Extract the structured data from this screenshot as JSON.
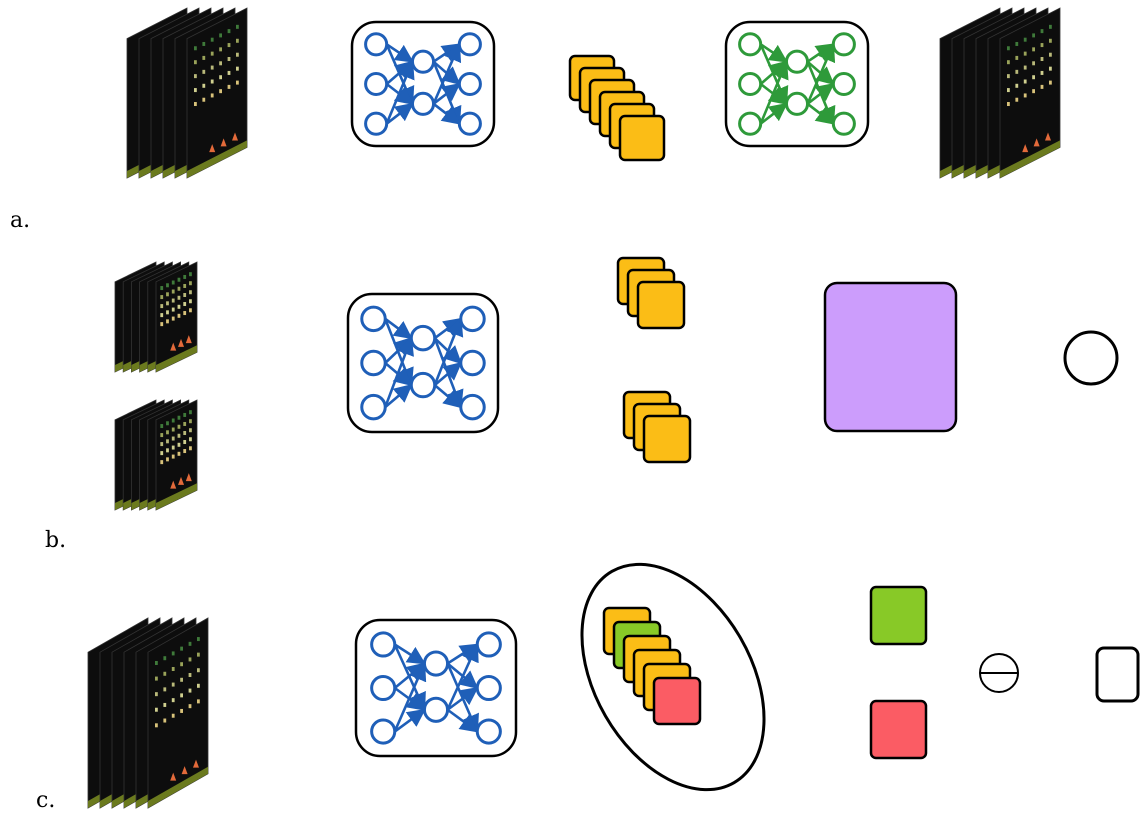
{
  "panels": [
    {
      "id": "a",
      "label": "a."
    },
    {
      "id": "b",
      "label": "b."
    },
    {
      "id": "c",
      "label": "c."
    }
  ],
  "colors": {
    "frame_bg": "#0d0d0d",
    "frame_ground": "#6b7a1e",
    "alien_rows": [
      "#3f7a3a",
      "#9aa35a",
      "#b9b97a",
      "#cfcf8f",
      "#d8c27a"
    ],
    "player_ship": "#e36a3a",
    "network_blue": "#1f5fb8",
    "network_green": "#2e9a3a",
    "feature_yellow": "#fbbd16",
    "embedding_purple": "#cc9dfc",
    "positive_green": "#88c927",
    "negative_red": "#fb5c64",
    "outline": "#000000"
  },
  "icons": [
    "game-frame-stack-icon",
    "encoder-network-icon",
    "decoder-network-icon",
    "feature-vector-icon",
    "embedding-square-icon",
    "output-circle-icon",
    "minus-operator-icon",
    "output-square-icon"
  ]
}
